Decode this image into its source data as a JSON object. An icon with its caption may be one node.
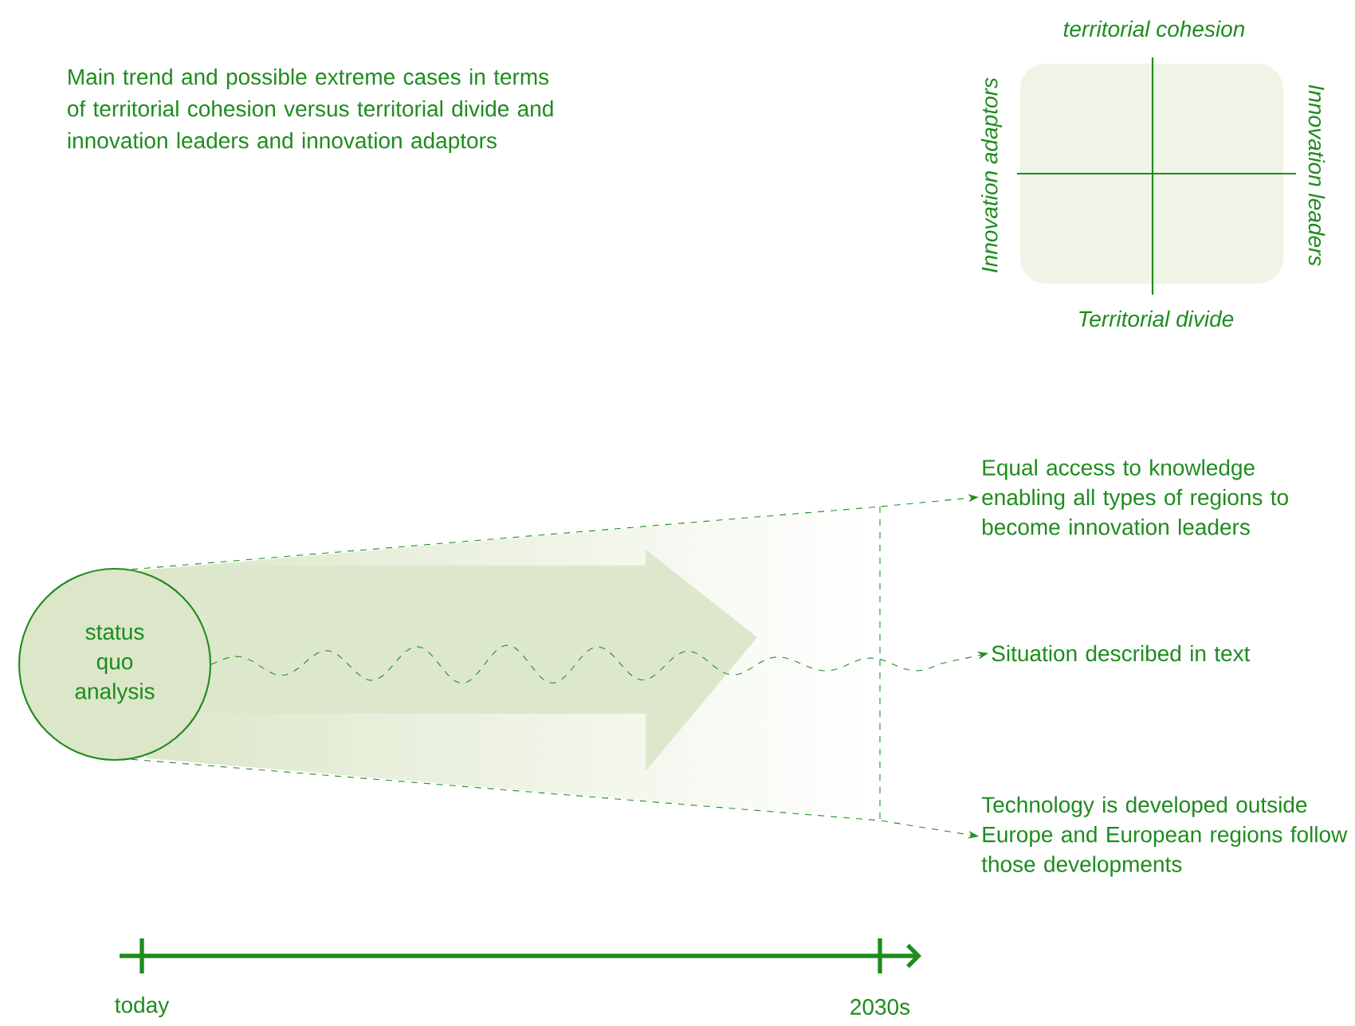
{
  "diagram": {
    "title": "Main trend and possible extreme cases in terms of territorial cohesion versus territorial divide and innovation leaders and innovation adaptors",
    "nodes": [
      {
        "text": [
          "status quo analysis"
        ]
      },
      {
        "text": [
          "Equal access to knowledge enabling all types of regions to become innovation leaders"
        ]
      },
      {
        "text": [
          "Situation described in text"
        ]
      },
      {
        "text": [
          "Technology is developed outside Europe and European regions follow those developments"
        ]
      }
    ],
    "edges": [
      {
        "from": 0,
        "to": 1,
        "arrow": "to",
        "style": "dashed"
      },
      {
        "from": 0,
        "to": 2,
        "arrow": "to",
        "style": "dashed"
      },
      {
        "from": 0,
        "to": 3,
        "arrow": "to",
        "style": "dashed"
      }
    ],
    "labels": [
      "territorial cohesion",
      "Innovation adaptors",
      "Innovation leaders",
      "Territorial divide",
      "today",
      "2030s"
    ]
  }
}
